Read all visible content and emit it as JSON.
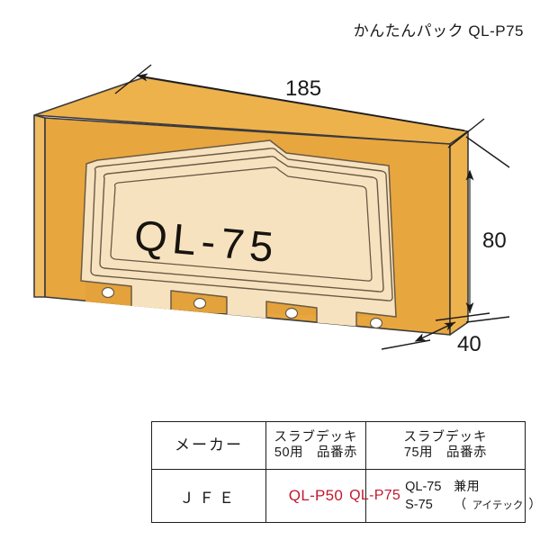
{
  "header": {
    "title": "かんたんパック QL-P75"
  },
  "illustration": {
    "name": "isometric-carton-with-deck-plate",
    "label_text": "QL-75",
    "dimensions": {
      "width": "185",
      "height": "80",
      "depth": "40"
    },
    "colors": {
      "carton_top": "#eeb24c",
      "carton_front": "#e8a63f",
      "carton_side": "#f0bc63",
      "plate_face": "#f7e2c0",
      "plate_edge": "#e3a23c",
      "outline": "#3b3b3b",
      "dimension_line": "#1a1a1a"
    },
    "hole_count": 4
  },
  "table": {
    "headers": [
      {
        "line1": "メーカー",
        "line2": ""
      },
      {
        "line1": "スラブデッキ",
        "line2": "50用　品番赤"
      },
      {
        "line1": "スラブデッキ",
        "line2": "75用　品番赤"
      }
    ],
    "row": {
      "maker": "ＪＦＥ",
      "sd50_code": "QL-P50",
      "sd75_code": "QL-P75",
      "sd75_models": [
        {
          "model": "QL-75",
          "note": "兼用",
          "note_small": ""
        },
        {
          "model": "S-75",
          "note": "（",
          "note_small": "アイテック",
          "note_close": "）"
        }
      ]
    },
    "accent_red": "#c0182f"
  }
}
